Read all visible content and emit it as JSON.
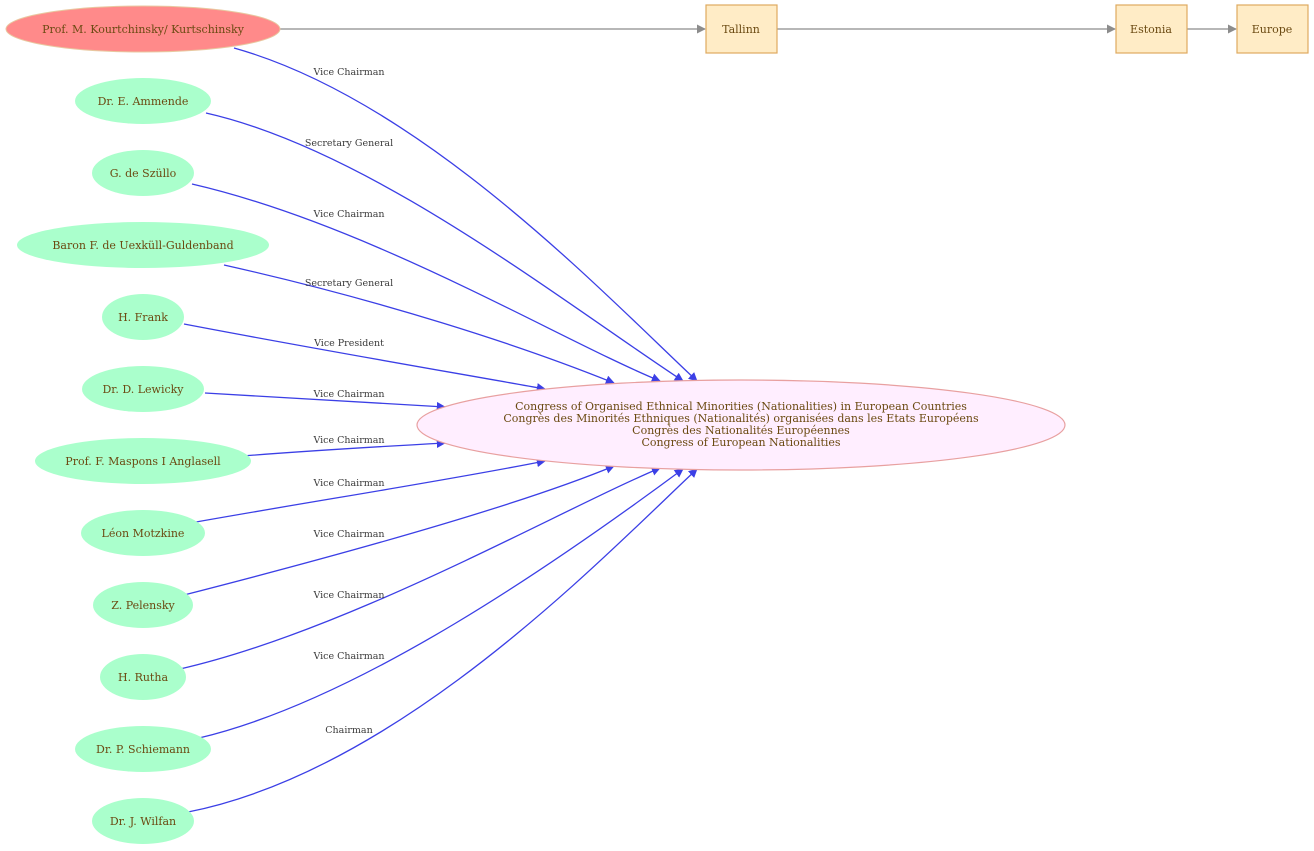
{
  "colors": {
    "person_fill": "#aaffcc",
    "highlight_person_fill": "#ff8a8a",
    "congress_fill": "#ffeeff",
    "congress_stroke": "#e8a0a0",
    "place_fill": "#ffecc6",
    "place_stroke": "#deaa60",
    "role_edge": "#3b3fe6",
    "place_edge": "#8c8c8c",
    "node_text": "#6b4a12"
  },
  "congress": {
    "line1": "Congress of Organised Ethnical Minorities (Nationalities) in European Countries",
    "line2": "Congrès des Minorités Ethniques (Nationalités) organisées dans les Etats Européens",
    "line3": "Congrès des Nationalités Européennes",
    "line4": "Congress of European Nationalities"
  },
  "highlight_person": {
    "label": "Prof. M. Kourtchinsky/ Kurtschinsky",
    "role": "Vice Chairman"
  },
  "places": [
    {
      "label": "Tallinn"
    },
    {
      "label": "Estonia"
    },
    {
      "label": "Europe"
    }
  ],
  "people": [
    {
      "label": "Dr. E. Ammende",
      "role": "Secretary General"
    },
    {
      "label": "G. de Szüllo",
      "role": "Vice Chairman"
    },
    {
      "label": "Baron F.  de Uexküll-Guldenband",
      "role": "Secretary General"
    },
    {
      "label": "H. Frank",
      "role": "Vice President"
    },
    {
      "label": "Dr. D. Lewicky",
      "role": "Vice Chairman"
    },
    {
      "label": "Prof. F.  Maspons I Anglasell",
      "role": "Vice Chairman"
    },
    {
      "label": "Léon Motzkine",
      "role": "Vice Chairman"
    },
    {
      "label": "Z. Pelensky",
      "role": "Vice Chairman"
    },
    {
      "label": "H. Rutha",
      "role": "Vice Chairman"
    },
    {
      "label": "Dr. P. Schiemann",
      "role": "Vice Chairman"
    },
    {
      "label": "Dr. J. Wilfan",
      "role": "Chairman"
    }
  ]
}
